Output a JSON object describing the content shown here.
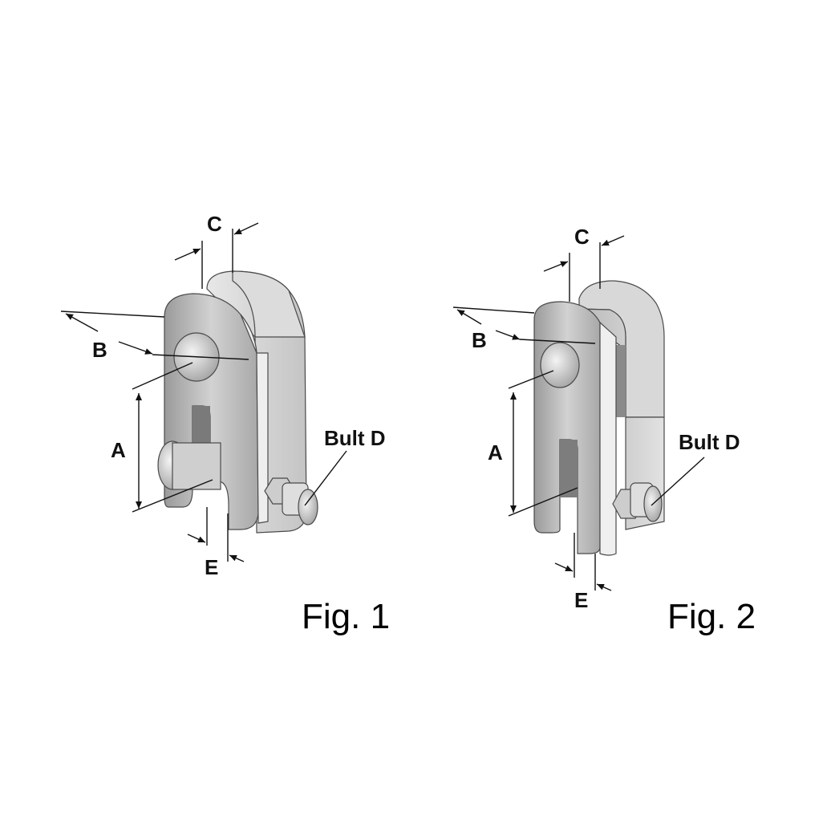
{
  "figures": [
    {
      "caption": "Fig. 1",
      "labels": {
        "a": "A",
        "b": "B",
        "c": "C",
        "d": "Bult D",
        "e": "E"
      }
    },
    {
      "caption": "Fig. 2",
      "labels": {
        "a": "A",
        "b": "B",
        "c": "C",
        "d": "Bult D",
        "e": "E"
      }
    }
  ],
  "colors": {
    "metal_light": "#e4e4e4",
    "metal_mid": "#bdbdbd",
    "metal_dark": "#8c8c8c",
    "line": "#111111"
  }
}
